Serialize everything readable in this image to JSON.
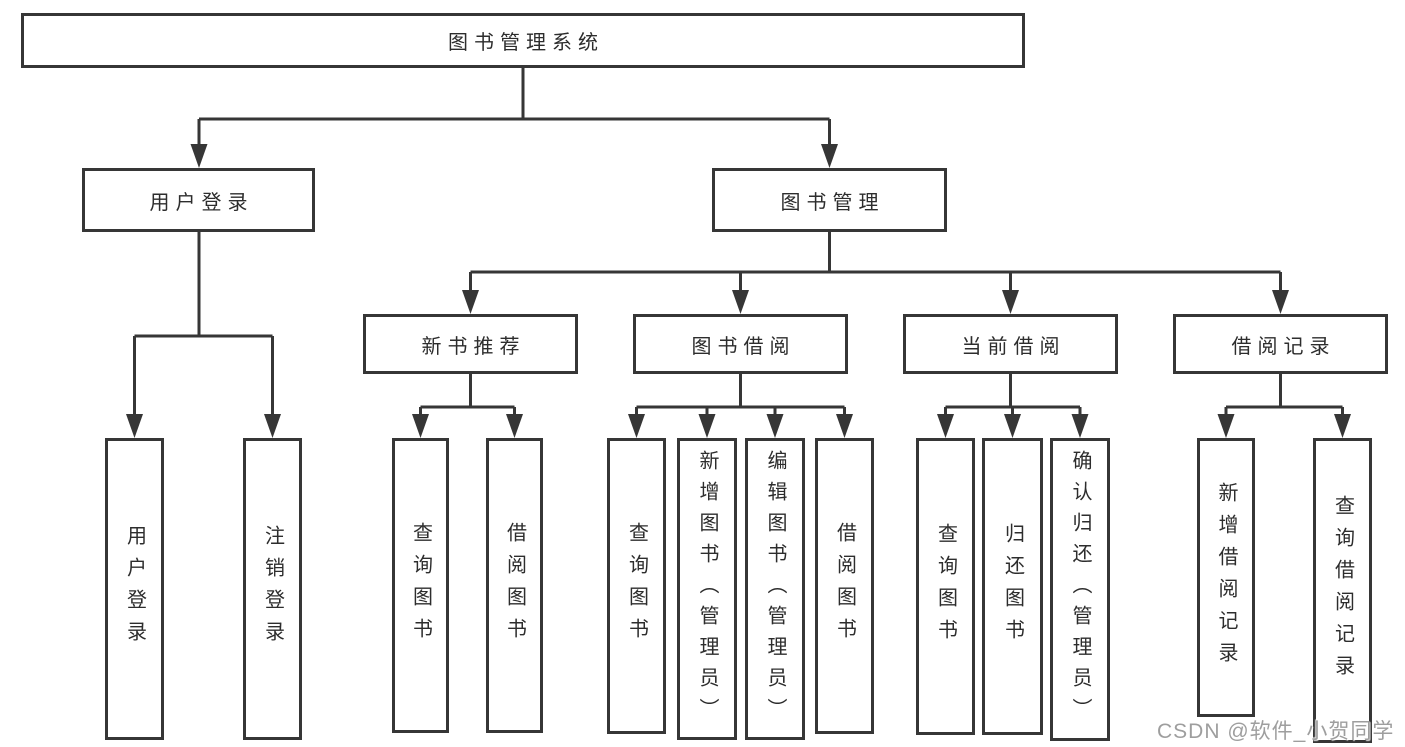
{
  "root": {
    "label": "图书管理系统"
  },
  "level2": [
    "用户登录",
    "图书管理"
  ],
  "level3": [
    "新书推荐",
    "图书借阅",
    "当前借阅",
    "借阅记录"
  ],
  "leaves": {
    "login": [
      "用户登录",
      "注销登录"
    ],
    "new_books": [
      "查询图书",
      "借阅图书"
    ],
    "book_borrow": [
      "查询图书",
      "新增图书（管理员）",
      "编辑图书（管理员）",
      "借阅图书"
    ],
    "current_borrow": [
      "查询图书",
      "归还图书",
      "确认归还（管理员）"
    ],
    "borrow_records": [
      "新增借阅记录",
      "查询借阅记录"
    ]
  },
  "watermark": "CSDN @软件_小贺同学",
  "colors": {
    "line": "#363636",
    "box_border": "#363636",
    "box_background": "#ffffff",
    "text": "#2d2d2d",
    "watermark": "#9e9e9e"
  }
}
